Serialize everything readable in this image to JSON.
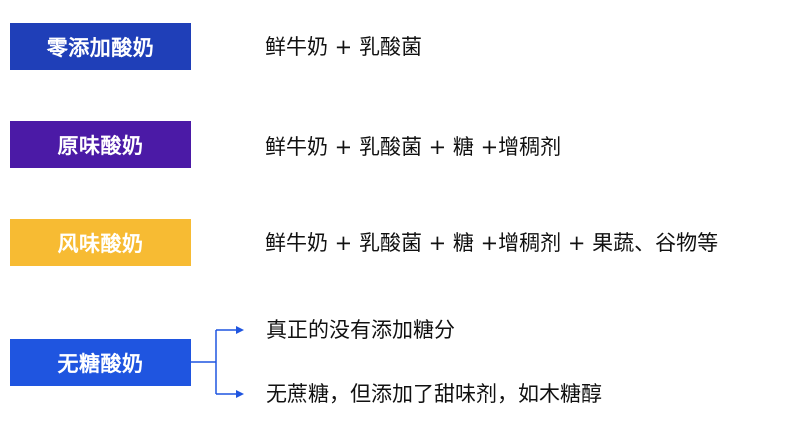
{
  "rows": [
    {
      "label": "零添加酸奶",
      "description": "鲜牛奶 + 乳酸菌",
      "color": "#1f3fb8"
    },
    {
      "label": "原味酸奶",
      "description": "鲜牛奶 + 乳酸菌 + 糖 +增稠剂",
      "color": "#4b1aa6"
    },
    {
      "label": "风味酸奶",
      "description": "鲜牛奶 + 乳酸菌 + 糖 +增稠剂 + 果蔬、谷物等",
      "color": "#f7bb33"
    },
    {
      "label": "无糖酸奶",
      "color": "#1f55e0"
    }
  ],
  "branches": [
    "真正的没有添加糖分",
    "无蔗糖，但添加了甜味剂，如木糖醇"
  ],
  "connector_color": "#1f55e0"
}
